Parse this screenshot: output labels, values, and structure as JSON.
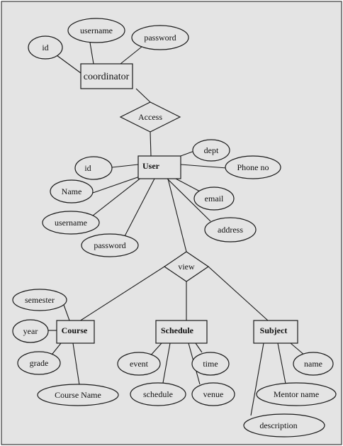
{
  "colors": {
    "background": "#e4e4e4",
    "stroke": "#1a1a1a",
    "text": "#111111"
  },
  "entities": {
    "coordinator": "coordinator",
    "user": "User",
    "course": "Course",
    "schedule": "Schedule",
    "subject": "Subject"
  },
  "relationships": {
    "access": "Access",
    "view": "view"
  },
  "attributes": {
    "coordinator": {
      "id": "id",
      "username": "username",
      "password": "password"
    },
    "user": {
      "id": "id",
      "name": "Name",
      "username": "username",
      "password": "password",
      "dept": "dept",
      "phone": "Phone no",
      "email": "email",
      "address": "address"
    },
    "course": {
      "semester": "semester",
      "year": "year",
      "grade": "grade",
      "course_name": "Course Name"
    },
    "schedule": {
      "event": "event",
      "schedule": "schedule",
      "time": "time",
      "venue": "venue"
    },
    "subject": {
      "name": "name",
      "mentor_name": "Mentor name",
      "description": "description"
    }
  }
}
